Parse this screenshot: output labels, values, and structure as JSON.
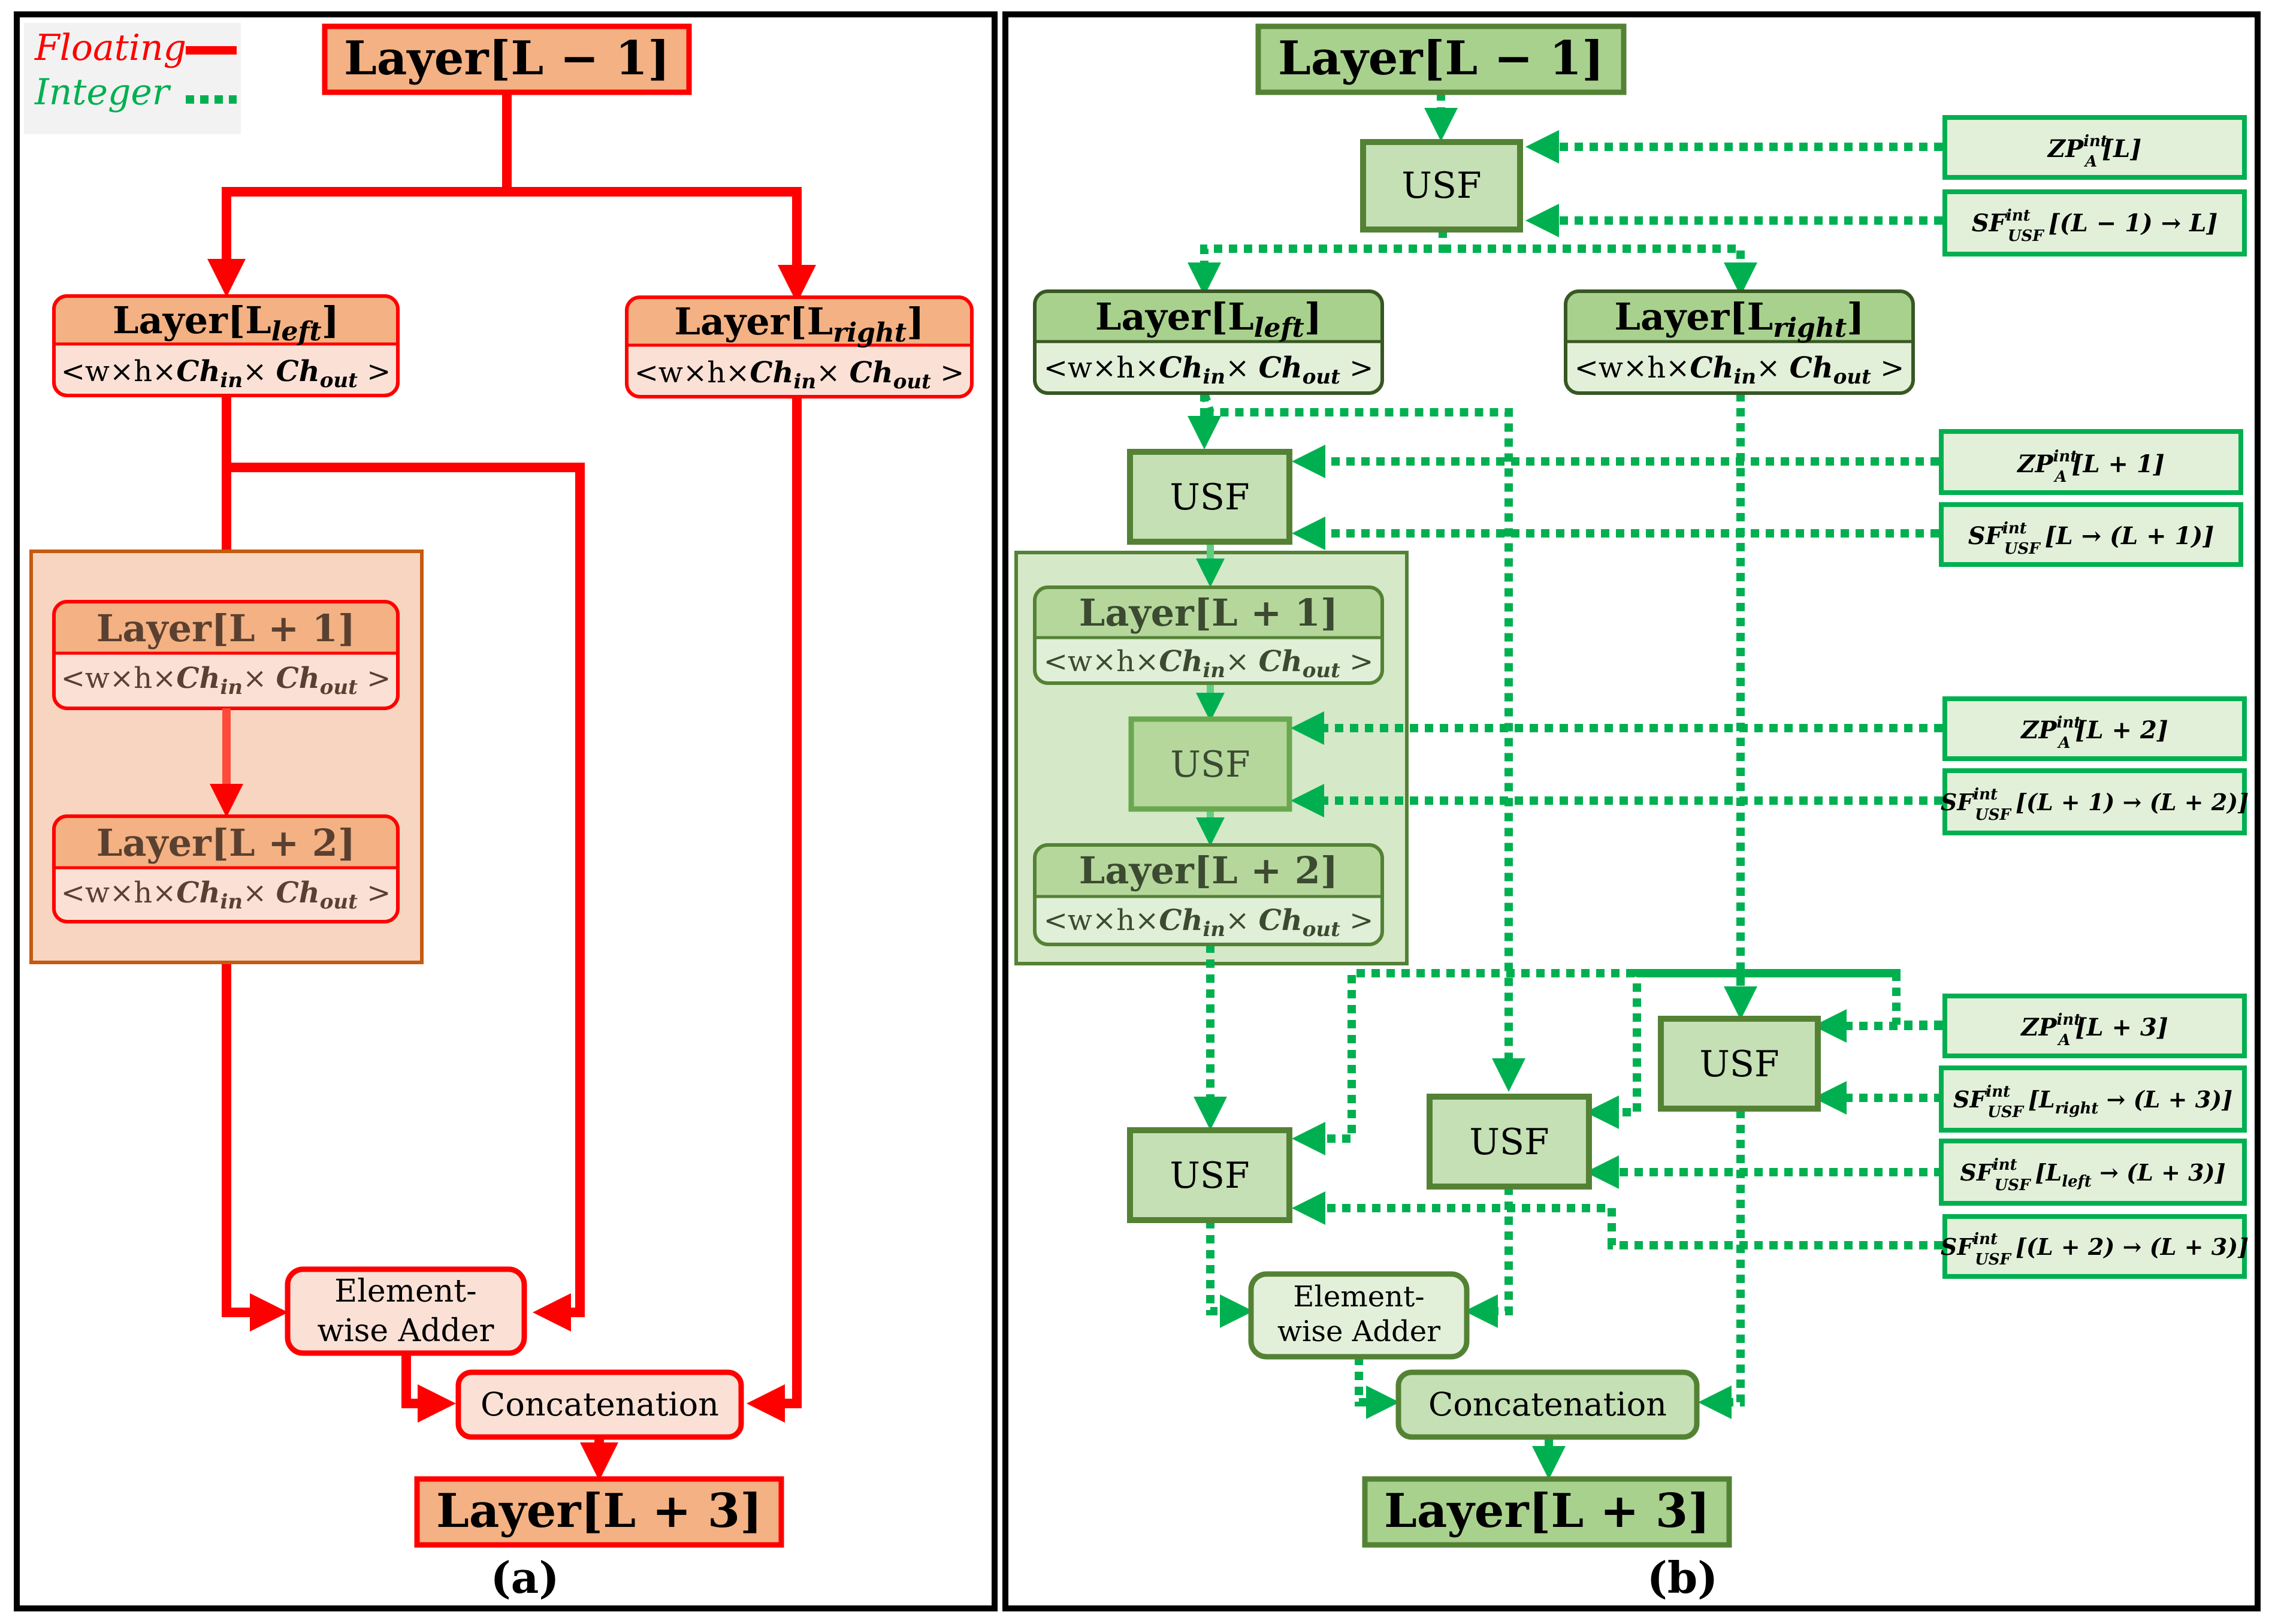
{
  "colors": {
    "float_stroke": "#ff0000",
    "int_stroke": "#00b050",
    "red_box_fill_strong": "#f4b183",
    "red_box_fill_light": "#fbe1d5",
    "orange_border": "#c55a11",
    "orange_region_fill": "#f8d5c0",
    "green_box_fill_strong": "#a9d18e",
    "green_box_fill_light": "#e2f0d9",
    "green_border_dark": "#548235",
    "green_region_fill": "#d5e8c8"
  },
  "legend": {
    "floating": "Floating",
    "integer": "Integer"
  },
  "panel_a": {
    "label": "(a)",
    "input_layer": "Layer[L − 1]",
    "left_layer": {
      "title": "Layer[L",
      "sub": "left",
      "dims_pre": "<w×h×",
      "ch_in": "Ch",
      "in": "in",
      "mid": "× ",
      "ch_out": "Ch",
      "out": "out",
      "end": " >"
    },
    "right_layer": {
      "title": "Layer[L",
      "sub": "right",
      "dims_pre": "<w×h×",
      "ch_in": "Ch",
      "in": "in",
      "mid": "× ",
      "ch_out": "Ch",
      "out": "out",
      "end": " >"
    },
    "layer_l1": {
      "title": "Layer[L + 1]",
      "dims_pre": "<w×h×",
      "ch_in": "Ch",
      "in": "in",
      "mid": "× ",
      "ch_out": "Ch",
      "out": "out",
      "end": " >"
    },
    "layer_l2": {
      "title": "Layer[L + 2]",
      "dims_pre": "<w×h×",
      "ch_in": "Ch",
      "in": "in",
      "mid": "× ",
      "ch_out": "Ch",
      "out": "out",
      "end": " >"
    },
    "adder_line1": "Element-",
    "adder_line2": "wise Adder",
    "concat": "Concatenation",
    "output_layer": "Layer[L + 3]"
  },
  "panel_b": {
    "label": "(b)",
    "input_layer": "Layer[L − 1]",
    "usf": "USF",
    "left_layer": {
      "title": "Layer[L",
      "sub": "left",
      "dims_pre": "<w×h×",
      "ch_in": "Ch",
      "in": "in",
      "mid": "× ",
      "ch_out": "Ch",
      "out": "out",
      "end": " >"
    },
    "right_layer": {
      "title": "Layer[L",
      "sub": "right",
      "dims_pre": "<w×h×",
      "ch_in": "Ch",
      "in": "in",
      "mid": "× ",
      "ch_out": "Ch",
      "out": "out",
      "end": " >"
    },
    "layer_l1": {
      "title": "Layer[L + 1]",
      "dims_pre": "<w×h×",
      "ch_in": "Ch",
      "in": "in",
      "mid": "× ",
      "ch_out": "Ch",
      "out": "out",
      "end": " >"
    },
    "layer_l2": {
      "title": "Layer[L + 2]",
      "dims_pre": "<w×h×",
      "ch_in": "Ch",
      "in": "in",
      "mid": "× ",
      "ch_out": "Ch",
      "out": "out",
      "end": " >"
    },
    "adder_line1": "Element-",
    "adder_line2": "wise Adder",
    "concat": "Concatenation",
    "output_layer": "Layer[L + 3]",
    "params": {
      "zp_l": {
        "base": "ZP",
        "sup": "int",
        "sub": "A",
        "arg": "[L]"
      },
      "sf_l": {
        "base": "SF",
        "sup": "int",
        "sub": "USF",
        "arg": "[(L − 1) → L]"
      },
      "zp_l1": {
        "base": "ZP",
        "sup": "int",
        "sub": "A",
        "arg": "[L + 1]"
      },
      "sf_l1": {
        "base": "SF",
        "sup": "int",
        "sub": "USF",
        "arg": "[L → (L + 1)]"
      },
      "zp_l2": {
        "base": "ZP",
        "sup": "int",
        "sub": "A",
        "arg": "[L + 2]"
      },
      "sf_l2": {
        "base": "SF",
        "sup": "int",
        "sub": "USF",
        "arg": "[(L + 1) → (L + 2)]"
      },
      "zp_l3": {
        "base": "ZP",
        "sup": "int",
        "sub": "A",
        "arg": "[L + 3]"
      },
      "sf_right": {
        "base": "SF",
        "sup": "int",
        "sub": "USF",
        "arg_pre": "[L",
        "arg_sub": "right",
        "arg_post": " → (L + 3)]"
      },
      "sf_left": {
        "base": "SF",
        "sup": "int",
        "sub": "USF",
        "arg_pre": "[L",
        "arg_sub": "left",
        "arg_post": " → (L + 3)]"
      },
      "sf_l2_l3": {
        "base": "SF",
        "sup": "int",
        "sub": "USF",
        "arg": "[(L + 2) → (L + 3)]"
      }
    }
  }
}
